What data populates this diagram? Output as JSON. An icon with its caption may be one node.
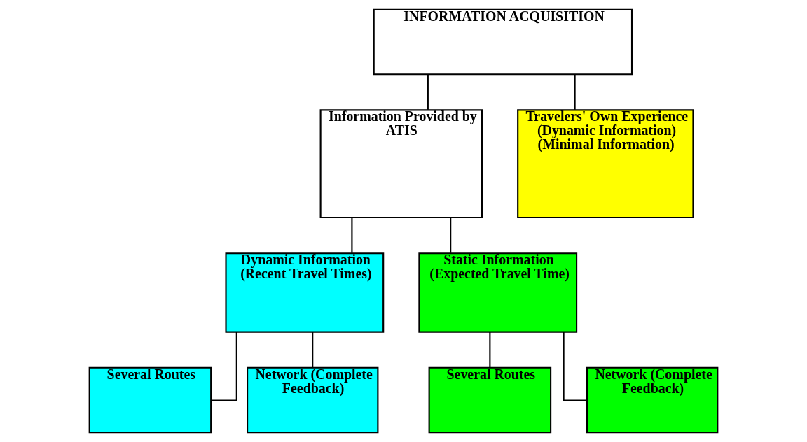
{
  "diagram": {
    "nodes": [
      {
        "text": [
          "INFORMATION ACQUISITION"
        ]
      },
      {
        "text": [
          "Information Provided by ATIS"
        ]
      },
      {
        "text": [
          "Travelers' Own Experience (Dynamic Information) (Minimal Information)"
        ]
      },
      {
        "text": [
          "Dynamic Information (Recent Travel Times)"
        ]
      },
      {
        "text": [
          "Static Information (Expected Travel Time)"
        ]
      },
      {
        "text": [
          "Several Routes"
        ]
      },
      {
        "text": [
          "Network (Complete Feedback)"
        ]
      },
      {
        "text": [
          "Several Routes"
        ]
      },
      {
        "text": [
          "Network (Complete Feedback)"
        ]
      }
    ],
    "edges": [
      {
        "from": 0,
        "to": 1,
        "arrow": "none"
      },
      {
        "from": 0,
        "to": 2,
        "arrow": "none"
      },
      {
        "from": 1,
        "to": 3,
        "arrow": "none"
      },
      {
        "from": 1,
        "to": 4,
        "arrow": "none"
      },
      {
        "from": 3,
        "to": 5,
        "arrow": "none"
      },
      {
        "from": 3,
        "to": 6,
        "arrow": "none"
      },
      {
        "from": 4,
        "to": 7,
        "arrow": "none"
      },
      {
        "from": 4,
        "to": 8,
        "arrow": "none"
      }
    ]
  }
}
